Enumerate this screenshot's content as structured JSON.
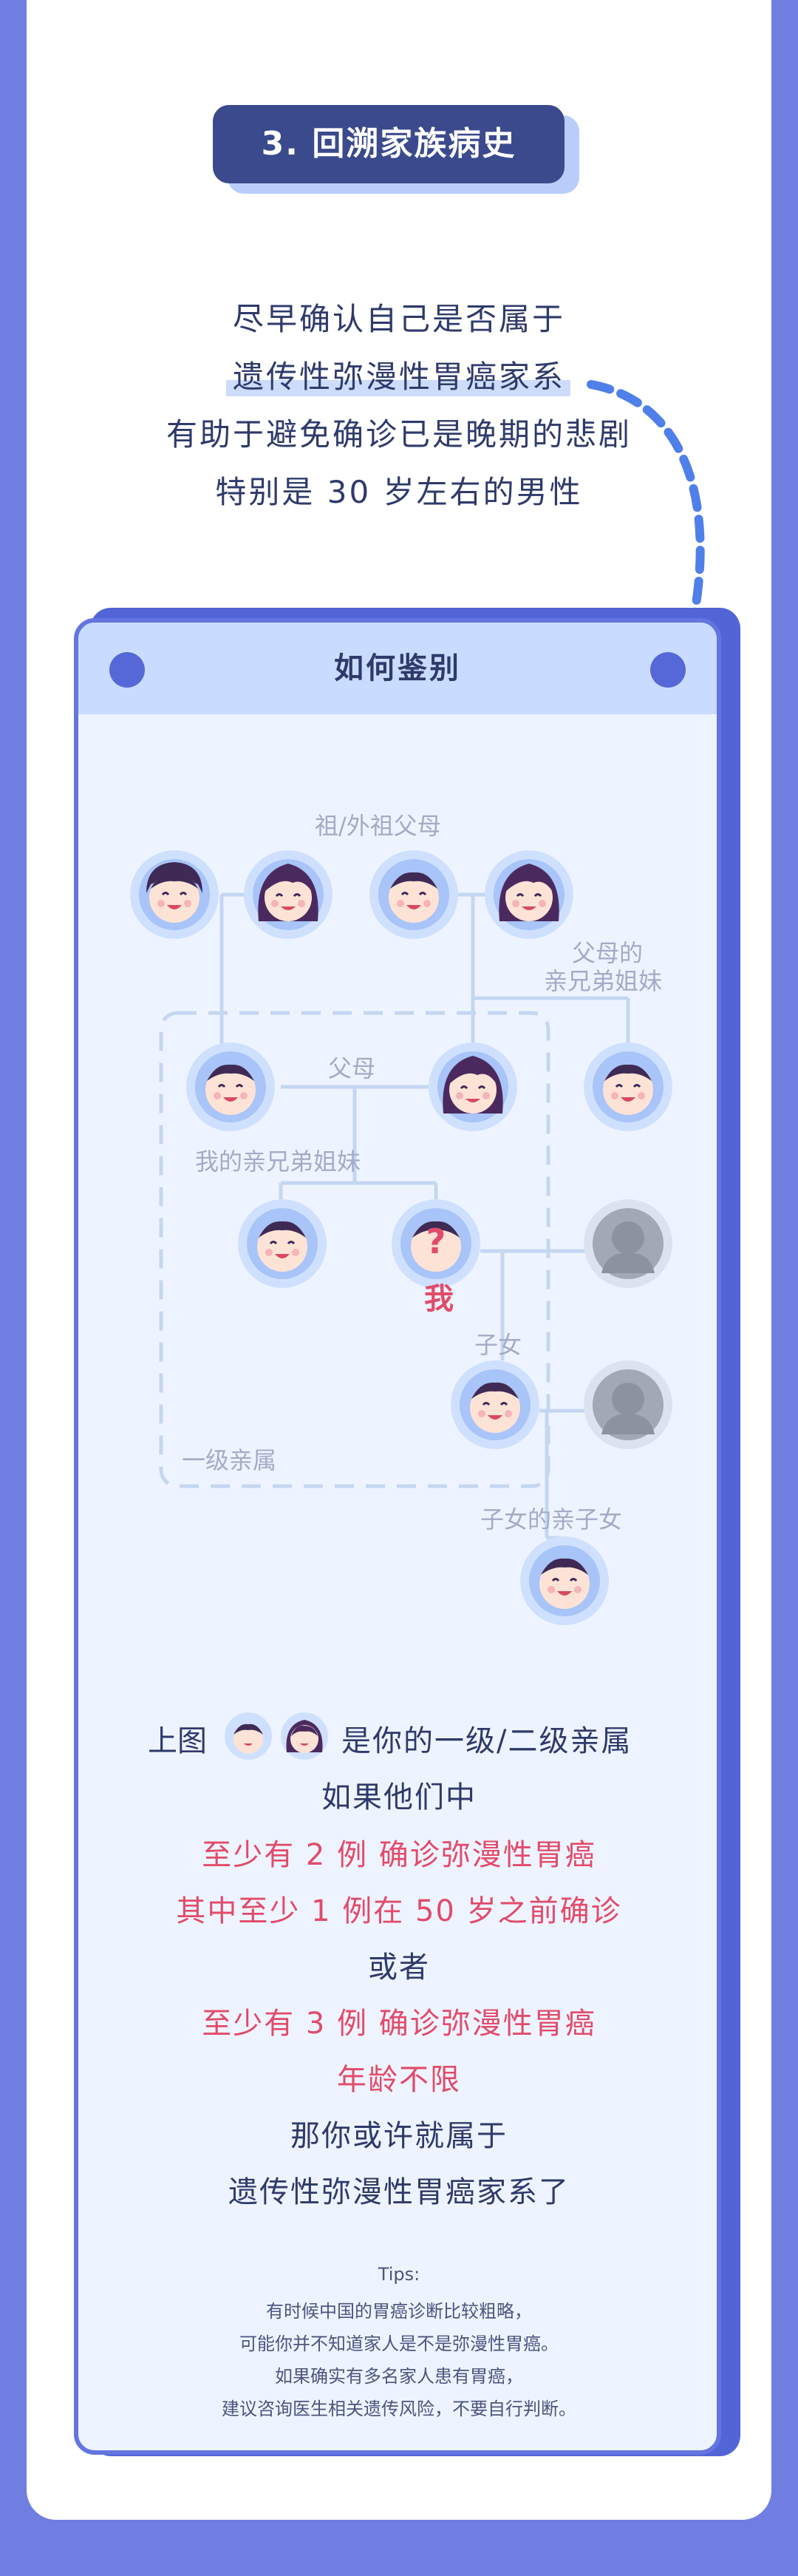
{
  "section": {
    "title": "3. 回溯家族病史"
  },
  "intro": {
    "lines": [
      "尽早确认自己是否属于",
      "遗传性弥漫性胃癌家系",
      "有助于避免确诊已是晚期的悲剧",
      "特别是 30 岁左右的男性"
    ]
  },
  "panel": {
    "title": "如何鉴别"
  },
  "tree": {
    "grandparents_label": "祖/外祖父母",
    "parents_siblings_label": [
      "父母的",
      "亲兄弟姐妹"
    ],
    "parents_label": "父母",
    "siblings_label": "我的亲兄弟姐妹",
    "me_mark": "?",
    "me_label": "我",
    "children_label": "子女",
    "first_degree_label": "一级亲属",
    "grandchildren_label": "子女的亲子女"
  },
  "explain": {
    "first_prefix": "上图",
    "first_suffix": "是你的一级/二级亲属",
    "lines": [
      {
        "text": "如果他们中",
        "emphasis": false
      },
      {
        "text": "至少有 2 例 确诊弥漫性胃癌",
        "emphasis": true
      },
      {
        "text": "其中至少 1 例在 50 岁之前确诊",
        "emphasis": true
      },
      {
        "text": "或者",
        "emphasis": false
      },
      {
        "text": "至少有 3 例 确诊弥漫性胃癌",
        "emphasis": true
      },
      {
        "text": "年龄不限",
        "emphasis": true
      },
      {
        "text": "那你或许就属于",
        "emphasis": false
      },
      {
        "text": "遗传性弥漫性胃癌家系了",
        "emphasis": false
      }
    ]
  },
  "tips": {
    "title": "Tips:",
    "lines": [
      "有时候中国的胃癌诊断比较粗略，",
      "可能你并不知道家人是不是弥漫性胃癌。",
      "如果确实有多名家人患有胃癌，",
      "建议咨询医生相关遗传风险，不要自行判断。"
    ]
  },
  "colors": {
    "background": "#6f7ee0",
    "title_bg": "#3b4a8c",
    "panel_bg": "#eef4ff",
    "emphasis": "#e24b6a",
    "text": "#2f3a6b"
  },
  "icons": {
    "male_avatar": "male-face-icon",
    "female_avatar": "female-face-icon",
    "unknown_avatar": "person-silhouette-icon"
  }
}
